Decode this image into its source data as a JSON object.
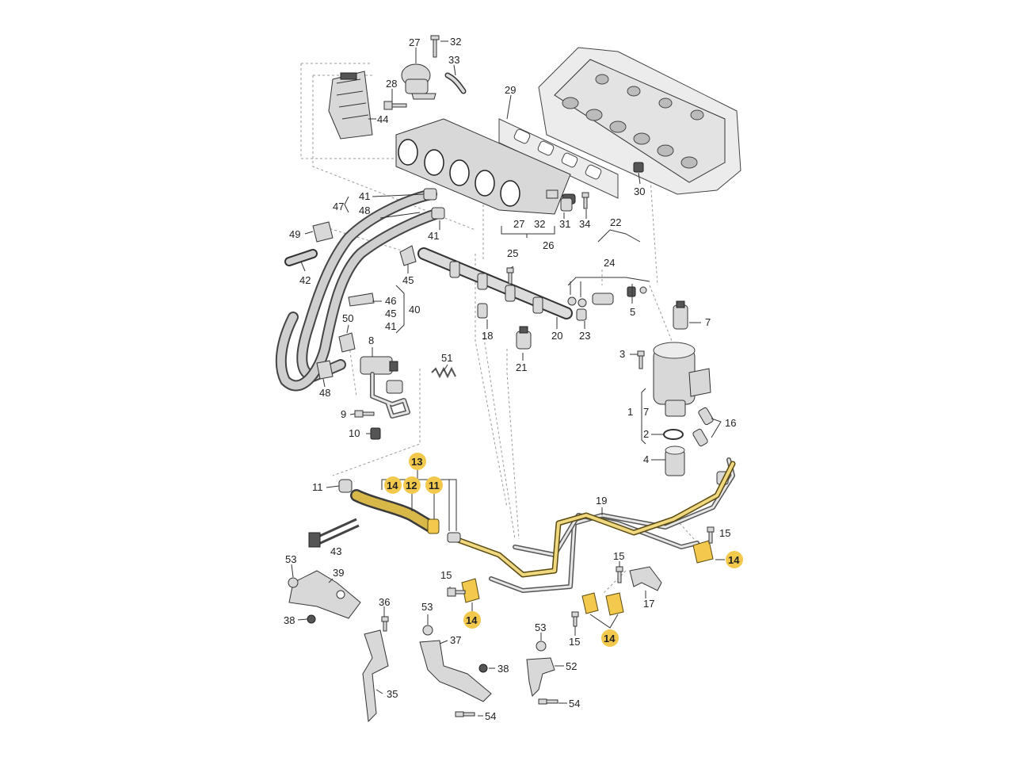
{
  "colors": {
    "highlight": "#f2c94c",
    "line": "#333333",
    "part_fill": "#d8d8d8",
    "background": "#ffffff"
  },
  "callouts": {
    "n1": "1",
    "n2": "2",
    "n3": "3",
    "n4": "4",
    "n5": "5",
    "n7a": "7",
    "n7b": "7",
    "n8": "8",
    "n9": "9",
    "n10": "10",
    "n11a": "11",
    "n11b": "11",
    "n12": "12",
    "n13": "13",
    "n14a": "14",
    "n14b": "14",
    "n14c": "14",
    "n14d": "14",
    "n15a": "15",
    "n15b": "15",
    "n15c": "15",
    "n15d": "15",
    "n16": "16",
    "n17": "17",
    "n18": "18",
    "n19": "19",
    "n20": "20",
    "n21": "21",
    "n22": "22",
    "n23": "23",
    "n24": "24",
    "n25": "25",
    "n26": "26",
    "n27a": "27",
    "n27b": "27",
    "n28": "28",
    "n29": "29",
    "n30": "30",
    "n31": "31",
    "n32a": "32",
    "n32b": "32",
    "n33": "33",
    "n34": "34",
    "n35": "35",
    "n36": "36",
    "n37": "37",
    "n38a": "38",
    "n38b": "38",
    "n39": "39",
    "n40": "40",
    "n41a": "41",
    "n41b": "41",
    "n41c": "41",
    "n42": "42",
    "n43": "43",
    "n44": "44",
    "n45a": "45",
    "n45b": "45",
    "n46": "46",
    "n47": "47",
    "n48a": "48",
    "n48b": "48",
    "n49": "49",
    "n50": "50",
    "n51": "51",
    "n52": "52",
    "n53a": "53",
    "n53b": "53",
    "n53c": "53",
    "n54a": "54",
    "n54b": "54"
  }
}
